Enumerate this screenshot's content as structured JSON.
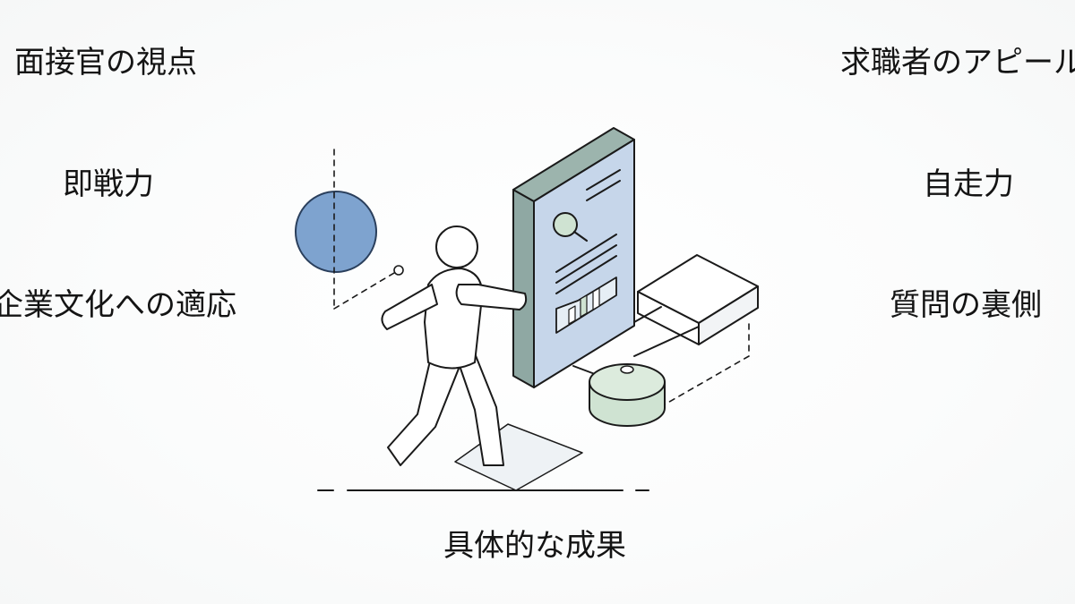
{
  "left_column": {
    "title": "面接官の視点",
    "item_1": "即戦力",
    "item_2": "企業文化への適応"
  },
  "right_column": {
    "title": "求職者のアピール",
    "item_1": "自走力",
    "item_2": "質問の裏側"
  },
  "bottom_label": "具体的な成果",
  "colors": {
    "panel_face": "#c6d6ea",
    "panel_side": "#8fa8a3",
    "circle_blue": "#7ea3cf",
    "mint": "#cfe3d2",
    "line": "#1a1a1a"
  },
  "icons": [
    "person-icon",
    "document-panel-icon",
    "magnifier-icon",
    "circle-icon",
    "box-icon",
    "database-icon"
  ]
}
